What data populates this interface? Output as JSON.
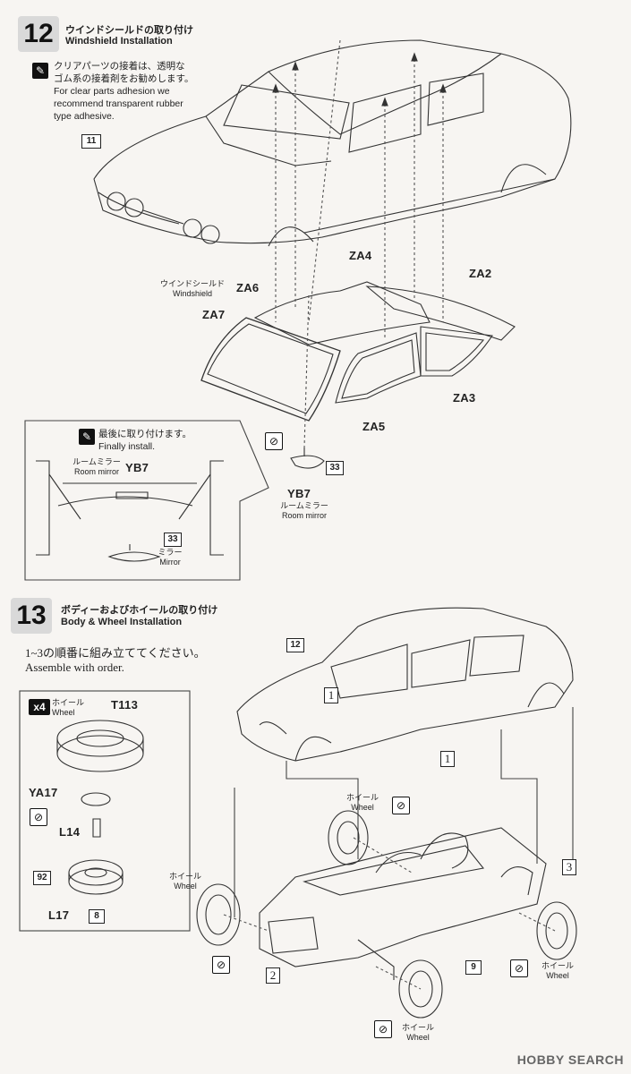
{
  "step12": {
    "number": "12",
    "title_ja": "ウインドシールドの取り付け",
    "title_en": "Windshield Installation",
    "note_ja_1": "クリアパーツの接着は、透明な",
    "note_ja_2": "ゴム系の接着剤をお勧めします。",
    "note_en_1": "For clear parts adhesion we",
    "note_en_2": "recommend transparent rubber",
    "note_en_3": "type adhesive.",
    "body_ref": "11",
    "windshield_ja": "ウインドシールド",
    "windshield_en": "Windshield",
    "parts": {
      "za4": "ZA4",
      "za2": "ZA2",
      "za6": "ZA6",
      "za7": "ZA7",
      "za3": "ZA3",
      "za5": "ZA5"
    },
    "inset_note_ja": "最後に取り付けます。",
    "inset_note_en": "Finally install.",
    "inset_mirror_ja": "ルームミラー",
    "inset_mirror_en": "Room mirror",
    "inset_part": "YB7",
    "inset_ref": "33",
    "inset_mirror2_ja": "ミラー",
    "inset_mirror2_en": "Mirror",
    "yb7_part": "YB7",
    "yb7_ja": "ルームミラー",
    "yb7_en": "Room mirror",
    "yb7_ref": "33"
  },
  "step13": {
    "number": "13",
    "title_ja": "ボディーおよびホイールの取り付け",
    "title_en": "Body & Wheel Installation",
    "order_ja": "1~3の順番に組み立ててください。",
    "order_en": "Assemble with order.",
    "count": "x4",
    "wheel_ja": "ホイール",
    "wheel_en": "Wheel",
    "t113": "T113",
    "ya17": "YA17",
    "l14": "L14",
    "ref92": "92",
    "l17": "L17",
    "ref8": "8",
    "body_ref": "12",
    "seq1a": "1",
    "seq1b": "1",
    "seq2": "2",
    "seq3": "3",
    "chassis_ref": "9",
    "wheel_labels": [
      {
        "ja": "ホイール",
        "en": "Wheel"
      },
      {
        "ja": "ホイール",
        "en": "Wheel"
      },
      {
        "ja": "ホイール",
        "en": "Wheel"
      },
      {
        "ja": "ホイール",
        "en": "Wheel"
      }
    ]
  },
  "watermark": "HOBBY SEARCH"
}
